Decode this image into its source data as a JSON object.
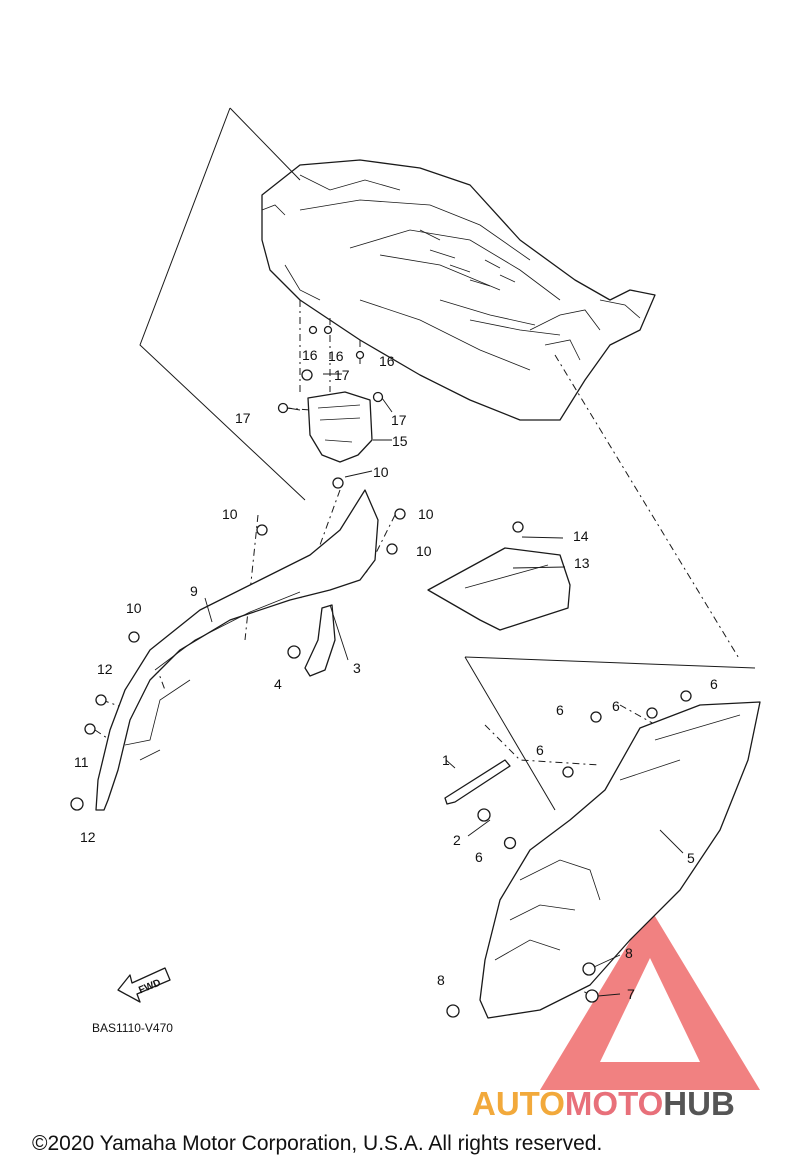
{
  "diagram": {
    "drawing_code": "BAS1110-V470",
    "fwd_label": "FWD",
    "copyright": "©2020 Yamaha Motor Corporation, U.S.A. All rights reserved.",
    "watermark": {
      "part1": "AUTO",
      "part2": "MOTO",
      "part3": "HUB",
      "color_auto": "#f2a93b",
      "color_moto": "#e8707a",
      "color_hub": "#555555",
      "triangle_color": "#ef6b6b"
    },
    "callouts": [
      "1",
      "2",
      "3",
      "4",
      "5",
      "6",
      "6",
      "6",
      "6",
      "6",
      "7",
      "8",
      "8",
      "9",
      "10",
      "10",
      "10",
      "10",
      "10",
      "11",
      "12",
      "12",
      "13",
      "14",
      "15",
      "16",
      "16",
      "16",
      "17",
      "17",
      "17"
    ]
  }
}
